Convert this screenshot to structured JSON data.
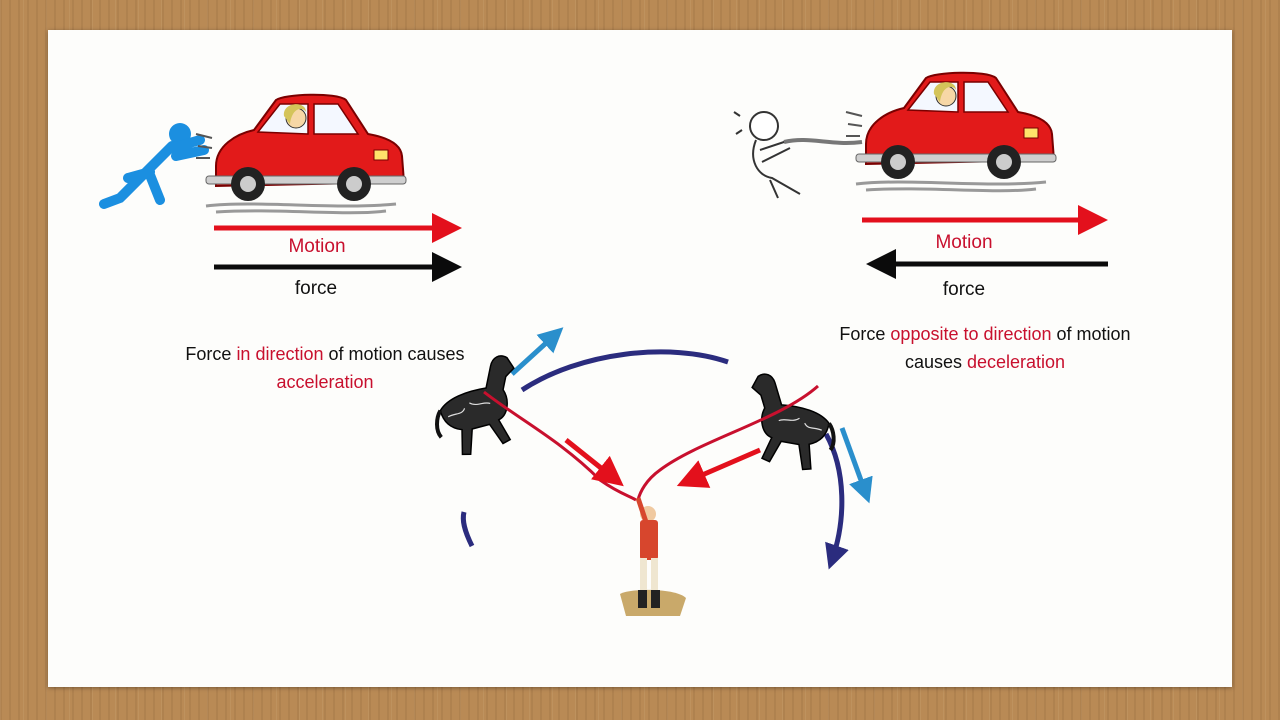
{
  "panels": {
    "push": {
      "motion_label": "Motion",
      "force_label": "force"
    },
    "pull": {
      "motion_label": "Motion",
      "force_label": "force"
    }
  },
  "captions": {
    "acceleration": {
      "pre": "Force ",
      "highlight": "in direction",
      "post": " of motion causes",
      "result": "acceleration"
    },
    "deceleration": {
      "pre": "Force ",
      "highlight": "opposite to direction",
      "post": " of motion",
      "line2_pre": "causes ",
      "result": "deceleration"
    }
  },
  "colors": {
    "motion_arrow": "#e3101c",
    "force_arrow": "#0b0b0b",
    "highlight_text": "#c8102e",
    "circle_arc": "#2b2c7e",
    "velocity_arrow": "#2a8fcc",
    "tension_arrow": "#e3101c",
    "car_body": "#e21a1a",
    "pusher": "#1b8fe0"
  },
  "icons": [
    "pusher-figure-icon",
    "red-car-icon",
    "rope-puller-figure-icon",
    "horse-icon",
    "trainer-figure-icon"
  ]
}
